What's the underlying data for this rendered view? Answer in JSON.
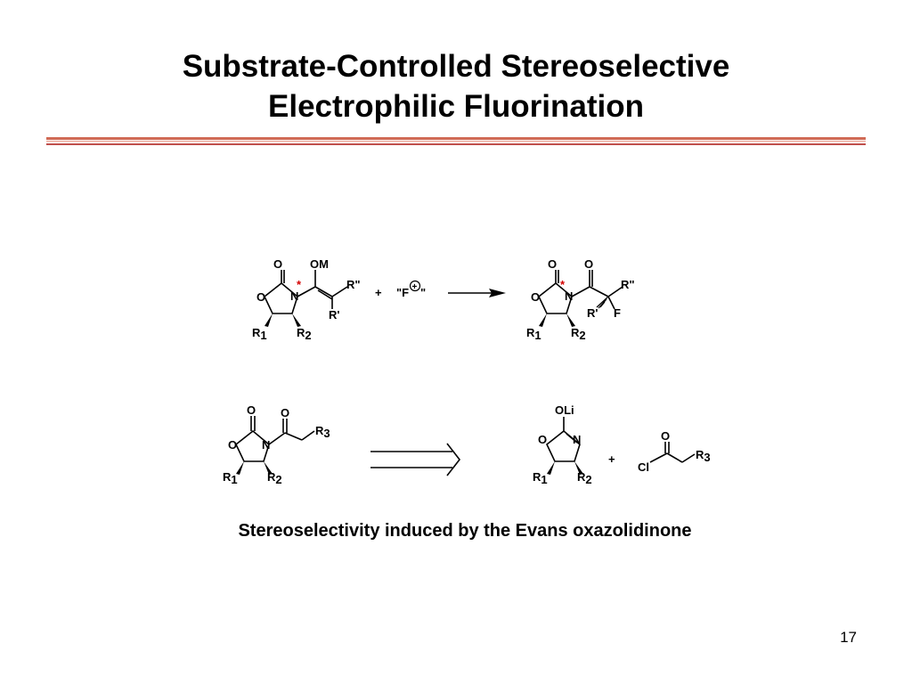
{
  "slide": {
    "title_line1": "Substrate-Controlled Stereoselective",
    "title_line2": "Electrophilic Fluorination",
    "caption": "Stereoselectivity induced by the Evans oxazolidinone",
    "page_number": "17"
  },
  "reaction": {
    "plus": "+",
    "reagent_open": "\"F",
    "reagent_close": " \"",
    "reagent_charge": "+",
    "stereo_mark": "*",
    "reactant_labels": {
      "O_carbonyl": "O",
      "O_enolate": "OM",
      "R_pp": "R\"",
      "N": "N",
      "R_p": "R'",
      "O_ring": "O",
      "R1": "R",
      "R1_sub": "1",
      "R2": "R",
      "R2_sub": "2"
    },
    "product_labels": {
      "O_carbonyl": "O",
      "O_acyl": "O",
      "R_pp": "R\"",
      "N": "N",
      "R_p": "R'",
      "F": "F",
      "O_ring": "O",
      "R1": "R",
      "R1_sub": "1",
      "R2": "R",
      "R2_sub": "2"
    }
  },
  "retro": {
    "plus": "+",
    "left_labels": {
      "O_carbonyl": "O",
      "O_acyl": "O",
      "R3": "R",
      "R3_sub": "3",
      "N": "N",
      "O_ring": "O",
      "R1": "R",
      "R1_sub": "1",
      "R2": "R",
      "R2_sub": "2"
    },
    "right_labels": {
      "OLi": "OLi",
      "N": "N",
      "O_ring": "O",
      "R1": "R",
      "R1_sub": "1",
      "R2": "R",
      "R2_sub": "2"
    },
    "acyl_chloride_labels": {
      "O": "O",
      "Cl": "Cl",
      "R3": "R",
      "R3_sub": "3"
    }
  },
  "colors": {
    "stereo_mark": "#d40000",
    "rule": "#c0504d"
  }
}
